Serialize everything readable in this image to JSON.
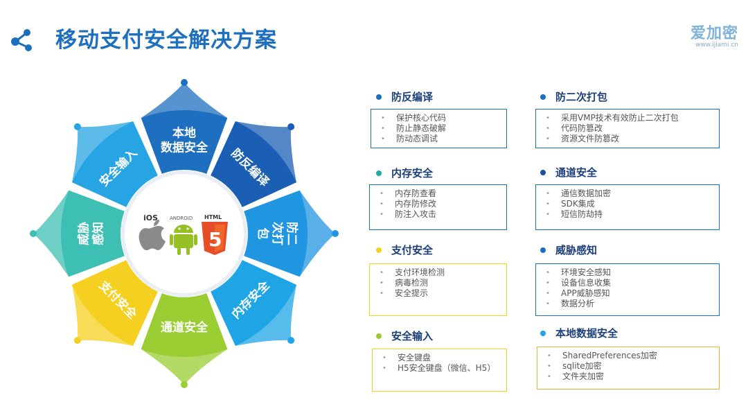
{
  "header": {
    "title": "移动支付安全解决方案",
    "logo_brand": "爱加密",
    "logo_url": "www.ijiami.cn"
  },
  "wheel": {
    "segments": [
      {
        "label_lines": [
          "本地",
          "数据安全"
        ],
        "color": "#1e6fbf"
      },
      {
        "label_lines": [
          "防反编译"
        ],
        "color": "#1a5fb4"
      },
      {
        "label_lines": [
          "防二",
          "次打",
          "包"
        ],
        "color": "#2196e0"
      },
      {
        "label_lines": [
          "内存安全"
        ],
        "color": "#1fa5e6"
      },
      {
        "label_lines": [
          "通道安全"
        ],
        "color": "#9acd32"
      },
      {
        "label_lines": [
          "支付安全"
        ],
        "color": "#f5d020"
      },
      {
        "label_lines": [
          "威胁",
          "感知"
        ],
        "color": "#3ebfb3"
      },
      {
        "label_lines": [
          "安全输入"
        ],
        "color": "#27a4e3"
      }
    ],
    "platform_icons": [
      "ios-icon",
      "android-icon",
      "html5-icon"
    ],
    "platform_labels": {
      "ios": "iOS",
      "android": "ANDROID",
      "html5": "HTML",
      "html5_num": "5"
    }
  },
  "sections": [
    {
      "title": "防反编译",
      "dot_color": "#1a6fbf",
      "border_color": "#1a6fbf",
      "items": [
        "保护核心代码",
        "防止静态破解",
        "防动态调试"
      ]
    },
    {
      "title": "防二次打包",
      "dot_color": "#1a6fbf",
      "border_color": "#1a6fbf",
      "items": [
        "采用VMP技术有效防止二次打包",
        "代码防篡改",
        "资源文件防篡改"
      ]
    },
    {
      "title": "内存安全",
      "dot_color": "#1fae9b",
      "border_color": "#1a6fbf",
      "items": [
        "内存防查看",
        "内存防修改",
        "防注入攻击"
      ]
    },
    {
      "title": "通道安全",
      "dot_color": "#1a4f9f",
      "border_color": "#1a6fbf",
      "items": [
        "通信数据加密",
        "SDK集成",
        "短信防劫持"
      ]
    },
    {
      "title": "支付安全",
      "dot_color": "#f2d21b",
      "border_color": "#f2d21b",
      "items": [
        "支付环境检测",
        "病毒检测",
        "安全提示"
      ]
    },
    {
      "title": "威胁感知",
      "dot_color": "#1a6fbf",
      "border_color": "#1a6fbf",
      "items": [
        "环境安全感知",
        "设备信息收集",
        "APP威胁感知",
        "数据分析"
      ]
    },
    {
      "title": "安全输入",
      "dot_color": "#9acd32",
      "border_color": "#f2d21b",
      "items": [
        "安全键盘",
        "H5安全键盘（微信、H5）"
      ]
    },
    {
      "title": "本地数据安全",
      "dot_color": "#1fa5e6",
      "border_color": "#e8b03a",
      "items": [
        "SharedPreferences加密",
        "sqlite加密",
        "文件夹加密"
      ]
    }
  ]
}
